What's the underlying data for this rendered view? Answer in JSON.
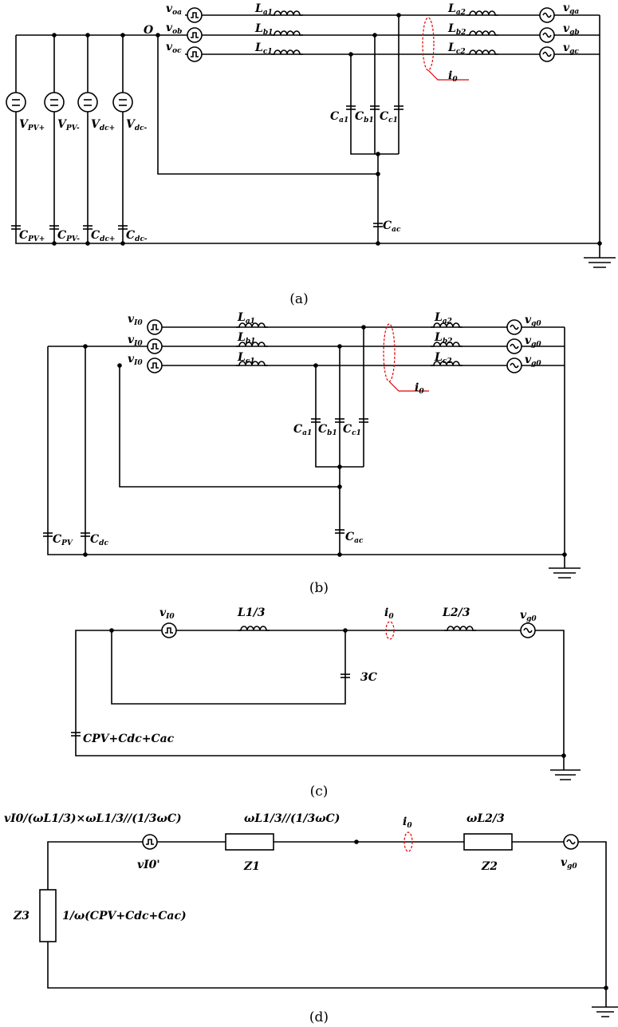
{
  "panels": {
    "a": {
      "caption": "(a)",
      "node_O": "O",
      "src": {
        "base": "v",
        "a": "oa",
        "b": "ob",
        "c": "oc"
      },
      "L1": [
        {
          "base": "L",
          "sub": "a1"
        },
        {
          "base": "L",
          "sub": "b1"
        },
        {
          "base": "L",
          "sub": "c1"
        }
      ],
      "L2": [
        {
          "base": "L",
          "sub": "a2"
        },
        {
          "base": "L",
          "sub": "b2"
        },
        {
          "base": "L",
          "sub": "c2"
        }
      ],
      "grid": [
        {
          "base": "v",
          "sub": "ga"
        },
        {
          "base": "v",
          "sub": "gb"
        },
        {
          "base": "v",
          "sub": "gc"
        }
      ],
      "C1": [
        {
          "base": "C",
          "sub": "a1"
        },
        {
          "base": "C",
          "sub": "b1"
        },
        {
          "base": "C",
          "sub": "c1"
        }
      ],
      "Cac": {
        "base": "C",
        "sub": "ac"
      },
      "i0": {
        "base": "i",
        "sub": "0"
      },
      "dc_sources": [
        {
          "base": "V",
          "sub": "PV+"
        },
        {
          "base": "V",
          "sub": "PV-"
        },
        {
          "base": "V",
          "sub": "dc+"
        },
        {
          "base": "V",
          "sub": "dc-"
        }
      ],
      "dc_caps": [
        {
          "base": "C",
          "sub": "PV+"
        },
        {
          "base": "C",
          "sub": "PV-"
        },
        {
          "base": "C",
          "sub": "dc+"
        },
        {
          "base": "C",
          "sub": "dc-"
        }
      ]
    },
    "b": {
      "caption": "(b)",
      "src": [
        {
          "base": "v",
          "sub": "I0"
        },
        {
          "base": "v",
          "sub": "I0"
        },
        {
          "base": "v",
          "sub": "I0"
        }
      ],
      "L1": [
        {
          "base": "L",
          "sub": "a1"
        },
        {
          "base": "L",
          "sub": "b1"
        },
        {
          "base": "L",
          "sub": "c1"
        }
      ],
      "L2": [
        {
          "base": "L",
          "sub": "a2"
        },
        {
          "base": "L",
          "sub": "b2"
        },
        {
          "base": "L",
          "sub": "c2"
        }
      ],
      "grid": [
        {
          "base": "v",
          "sub": "g0"
        },
        {
          "base": "v",
          "sub": "g0"
        },
        {
          "base": "v",
          "sub": "g0"
        }
      ],
      "C1": [
        {
          "base": "C",
          "sub": "a1"
        },
        {
          "base": "C",
          "sub": "b1"
        },
        {
          "base": "C",
          "sub": "c1"
        }
      ],
      "Cac": {
        "base": "C",
        "sub": "ac"
      },
      "Cpv": {
        "base": "C",
        "sub": "PV"
      },
      "Cdc": {
        "base": "C",
        "sub": "dc"
      },
      "i0": {
        "base": "i",
        "sub": "0"
      }
    },
    "c": {
      "caption": "(c)",
      "src": {
        "base": "v",
        "sub": "I0"
      },
      "L1": "L1/3",
      "L2": "L2/3",
      "grid": {
        "base": "v",
        "sub": "g0"
      },
      "C3": "3C",
      "Csum": "CPV+Cdc+Cac",
      "i0": {
        "base": "i",
        "sub": "0"
      }
    },
    "d": {
      "caption": "(d)",
      "src_expr": "vI0/(ωL1/3)×ωL1/3//(1/3ωC)",
      "src_label": "vI0'",
      "Z1_expr": "ωL1/3//(1/3ωC)",
      "Z1": "Z1",
      "Z2_expr": "ωL2/3",
      "Z2": "Z2",
      "grid": {
        "base": "v",
        "sub": "g0"
      },
      "Z3": "Z3",
      "Z3_expr": "1/ω(CPV+Cdc+Cac)",
      "i0": {
        "base": "i",
        "sub": "0"
      }
    }
  }
}
